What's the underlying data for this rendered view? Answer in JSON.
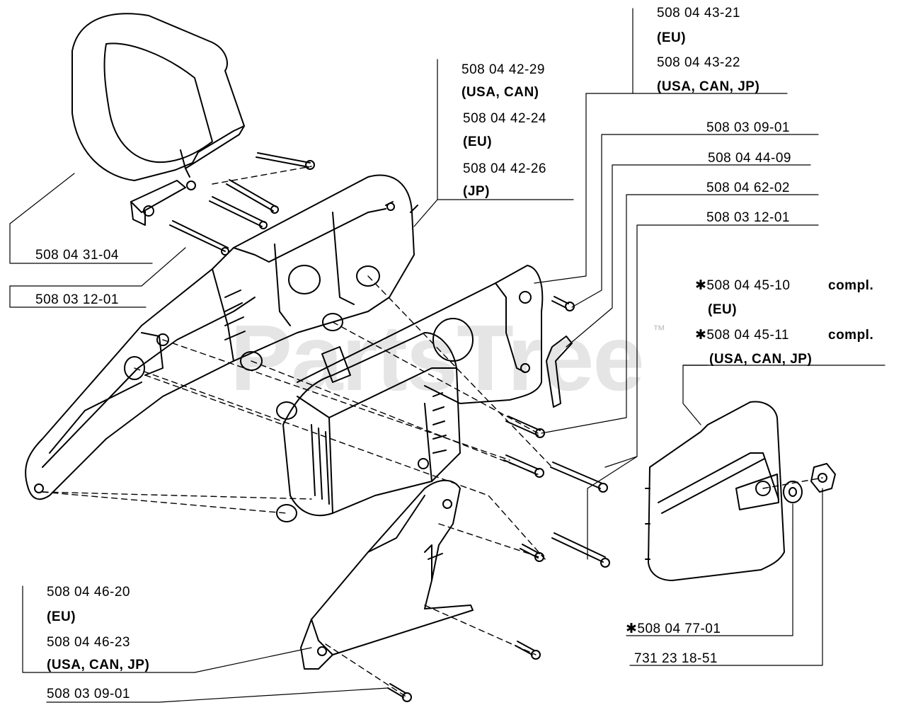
{
  "watermark": {
    "brand": "PartsTree",
    "tm": "™"
  },
  "labels": {
    "handle_part": "508 04 31-04",
    "handle_screw": "508 03 12-01",
    "housing_usa_can_part": "508 04 42-29",
    "housing_usa_can_region": "(USA, CAN)",
    "housing_eu_part": "508 04 42-24",
    "housing_eu_region": "(EU)",
    "housing_jp_part": "508 04 42-26",
    "housing_jp_region": "(JP)",
    "motor_eu_part": "508 04 43-21",
    "motor_eu_region": "(EU)",
    "motor_usa_part": "508 04 43-22",
    "motor_usa_region": "(USA, CAN, JP)",
    "screw_small": "508 03 09-01",
    "spring_part": "508 04 44-09",
    "screw_medium": "508 04 62-02",
    "screw_long": "508 03 12-01",
    "cover_eu_part": "✱508 04 45-10",
    "cover_eu_compl": "compl.",
    "cover_eu_region": "(EU)",
    "cover_usa_part": "✱508 04 45-11",
    "cover_usa_compl": "compl.",
    "cover_usa_region": "(USA, CAN, JP)",
    "washer_part": "✱508 04 77-01",
    "nut_part": "731 23 18-51",
    "grip_eu_part": "508 04 46-20",
    "grip_eu_region": "(EU)",
    "grip_usa_part": "508 04 46-23",
    "grip_usa_region": "(USA, CAN, JP)",
    "grip_screw": "508 03 09-01"
  }
}
